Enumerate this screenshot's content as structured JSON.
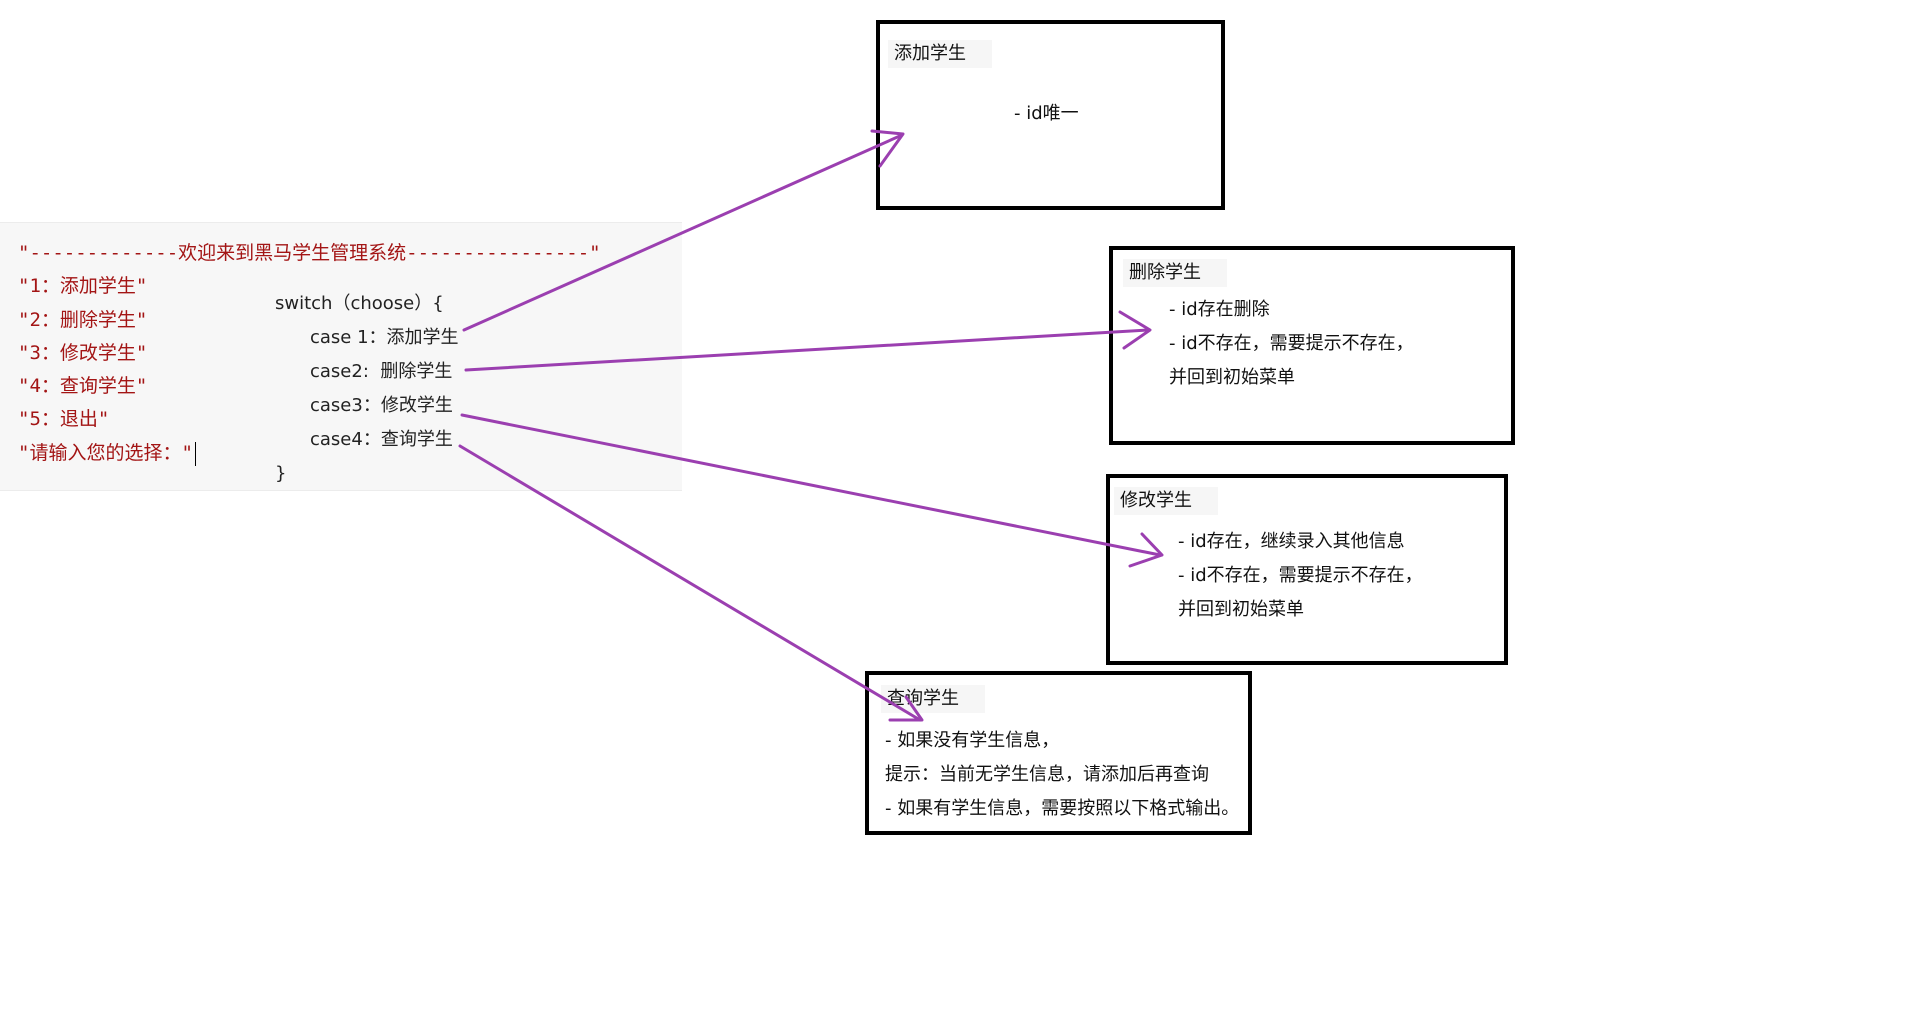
{
  "menu": {
    "title": "\"-------------欢迎来到黑马学生管理系统----------------\"",
    "opt1": "\"1：添加学生\"",
    "opt2": "\"2：删除学生\"",
    "opt3": "\"3：修改学生\"",
    "opt4": "\"4：查询学生\"",
    "opt5": "\"5：退出\"",
    "prompt": "\"请输入您的选择：\""
  },
  "switch": {
    "header": "switch（choose）{",
    "case1": "case 1：添加学生",
    "case2": "case2:  删除学生",
    "case3": "case3：修改学生",
    "case4": "case4：查询学生",
    "close": "}"
  },
  "boxes": {
    "add": {
      "title": "添加学生",
      "line1": "- id唯一"
    },
    "delete": {
      "title": "删除学生",
      "line1": "- id存在删除",
      "line2": "- id不存在，需要提示不存在，",
      "line3": "并回到初始菜单"
    },
    "modify": {
      "title": "修改学生",
      "line1": "- id存在，继续录入其他信息",
      "line2": "- id不存在，需要提示不存在，",
      "line3": "并回到初始菜单"
    },
    "query": {
      "title": "查询学生",
      "line1": "- 如果没有学生信息，",
      "line2": "提示：当前无学生信息，请添加后再查询",
      "line3": "- 如果有学生信息，需要按照以下格式输出。"
    }
  },
  "colors": {
    "arrow": "#9b3fb0",
    "menu_text": "#a31515"
  }
}
